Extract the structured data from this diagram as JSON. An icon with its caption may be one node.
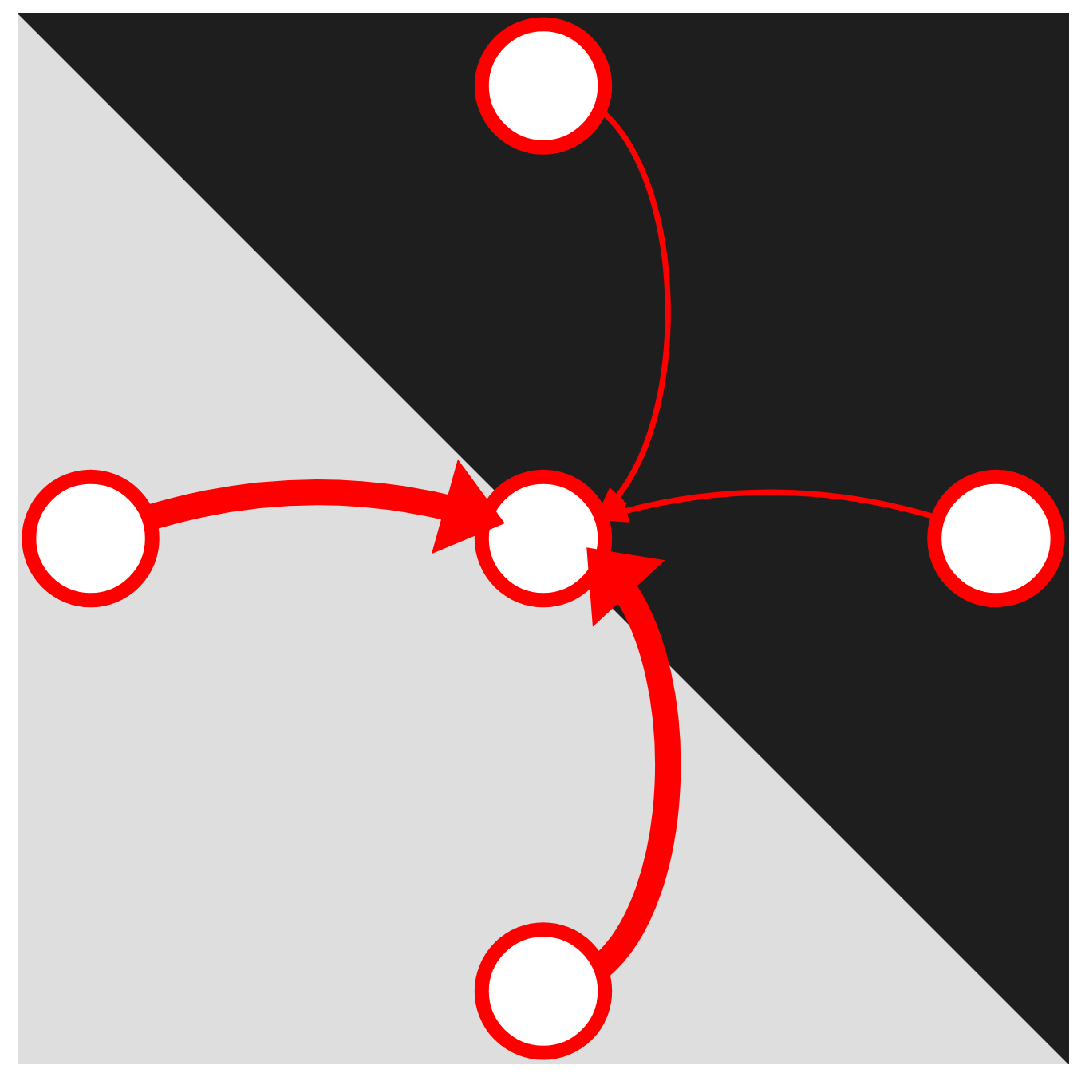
{
  "diagram": {
    "nodes": [
      {
        "text": [],
        "shape": "circle"
      },
      {
        "text": [],
        "shape": "circle"
      },
      {
        "text": [],
        "shape": "circle"
      },
      {
        "text": [],
        "shape": "circle"
      },
      {
        "text": [],
        "shape": "circle"
      }
    ],
    "edges": [
      {
        "from": 0,
        "to": 2,
        "arrow": "to"
      },
      {
        "from": 1,
        "to": 2,
        "arrow": "to",
        "style": "thick"
      },
      {
        "from": 3,
        "to": 2,
        "arrow": "to"
      },
      {
        "from": 4,
        "to": 2,
        "arrow": "to",
        "style": "thick"
      }
    ]
  }
}
